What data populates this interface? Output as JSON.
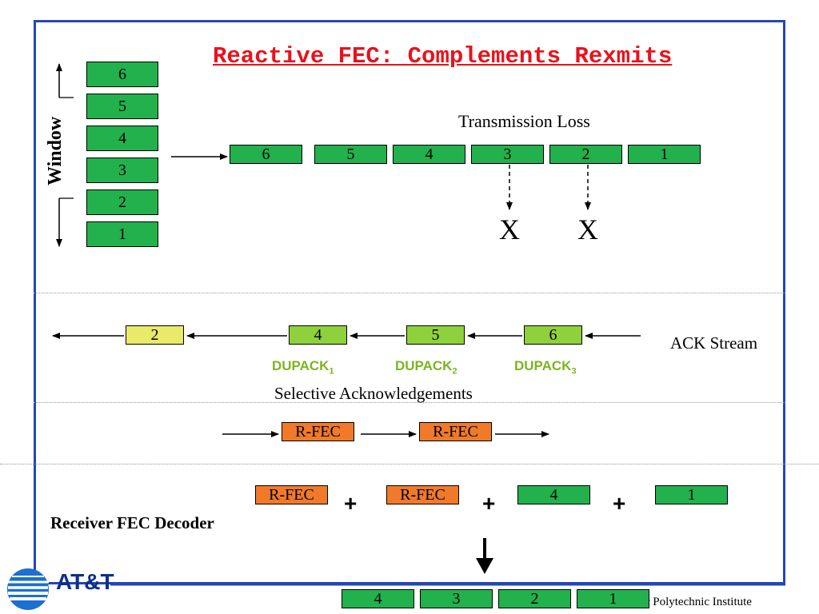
{
  "title": "Reactive FEC: Complements Rexmits",
  "window_label": "Window",
  "window_stack": [
    "6",
    "5",
    "4",
    "3",
    "2",
    "1"
  ],
  "transmission_loss_label": "Transmission Loss",
  "sent_packets": [
    "6",
    "5",
    "4",
    "3",
    "2",
    "1"
  ],
  "lost_marks": [
    "X",
    "X"
  ],
  "ack_stream_label": "ACK Stream",
  "acks": [
    "2",
    "4",
    "5",
    "6"
  ],
  "dupacks": [
    {
      "base": "DUPACK",
      "sub": "1"
    },
    {
      "base": "DUPACK",
      "sub": "2"
    },
    {
      "base": "DUPACK",
      "sub": "3"
    }
  ],
  "selective_ack_label": "Selective Acknowledgements",
  "rfec_stream": [
    "R-FEC",
    "R-FEC"
  ],
  "decoder_inputs": [
    "R-FEC",
    "R-FEC",
    "4",
    "1"
  ],
  "plus_sign": "+",
  "decoder_label": "Receiver FEC Decoder",
  "decoded_output": [
    "4",
    "3",
    "2",
    "1"
  ],
  "logo_text": "AT&T",
  "footer_text": "laer Polytechnic Institute",
  "colors": {
    "frame": "#2346b8",
    "title": "#e8121c",
    "packet_green": "#22b14c",
    "ack_light_green": "#8fd13c",
    "ack_yellow": "#eaea6a",
    "rfec_orange": "#f07a2a",
    "dupack_text": "#7bb51f",
    "logo_blue": "#0b2f8c"
  }
}
